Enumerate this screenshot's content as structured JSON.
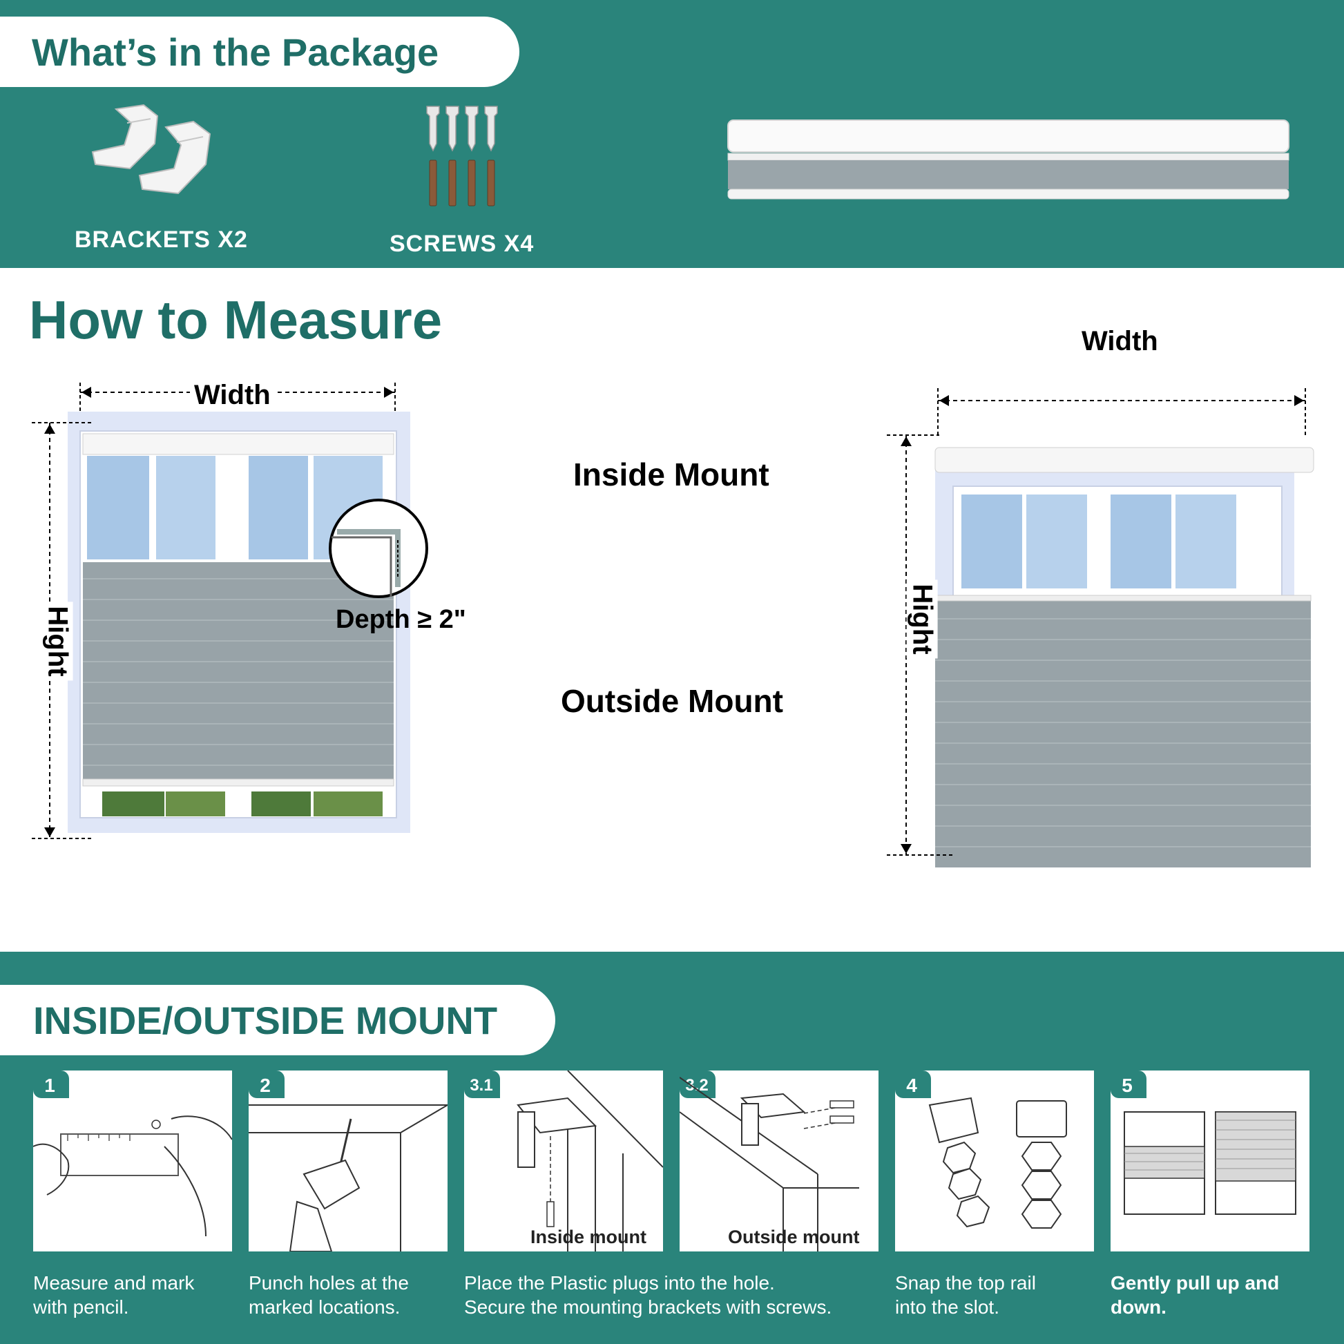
{
  "package": {
    "title": "What’s in the Package",
    "items": [
      {
        "label": "BRACKETS X2"
      },
      {
        "label": "SCREWS X4"
      }
    ]
  },
  "measure": {
    "title": "How to Measure",
    "inside_mount": "Inside Mount",
    "outside_mount": "Outside Mount",
    "width_label": "Width",
    "height_label": "Hight",
    "depth_label": "Depth ≥ 2\""
  },
  "install": {
    "title": "INSIDE/OUTSIDE MOUNT",
    "steps": [
      {
        "badge": "1",
        "text_line1": "Measure and mark",
        "text_line2": "with pencil."
      },
      {
        "badge": "2",
        "text_line1": "Punch holes at the",
        "text_line2": "marked locations."
      },
      {
        "badge": "3.1",
        "caption": "Inside mount",
        "text_line1": "Place the Plastic plugs into the hole.",
        "text_line2": "Secure the mounting brackets with screws."
      },
      {
        "badge": "3.2",
        "caption": "Outside mount"
      },
      {
        "badge": "4",
        "text_line1": "Snap the top rail",
        "text_line2": "into the slot."
      },
      {
        "badge": "5",
        "text_line1": "Gently pull up and",
        "text_line2": "down."
      }
    ]
  },
  "colors": {
    "teal": "#2a847b",
    "title_teal": "#1f6e67"
  }
}
